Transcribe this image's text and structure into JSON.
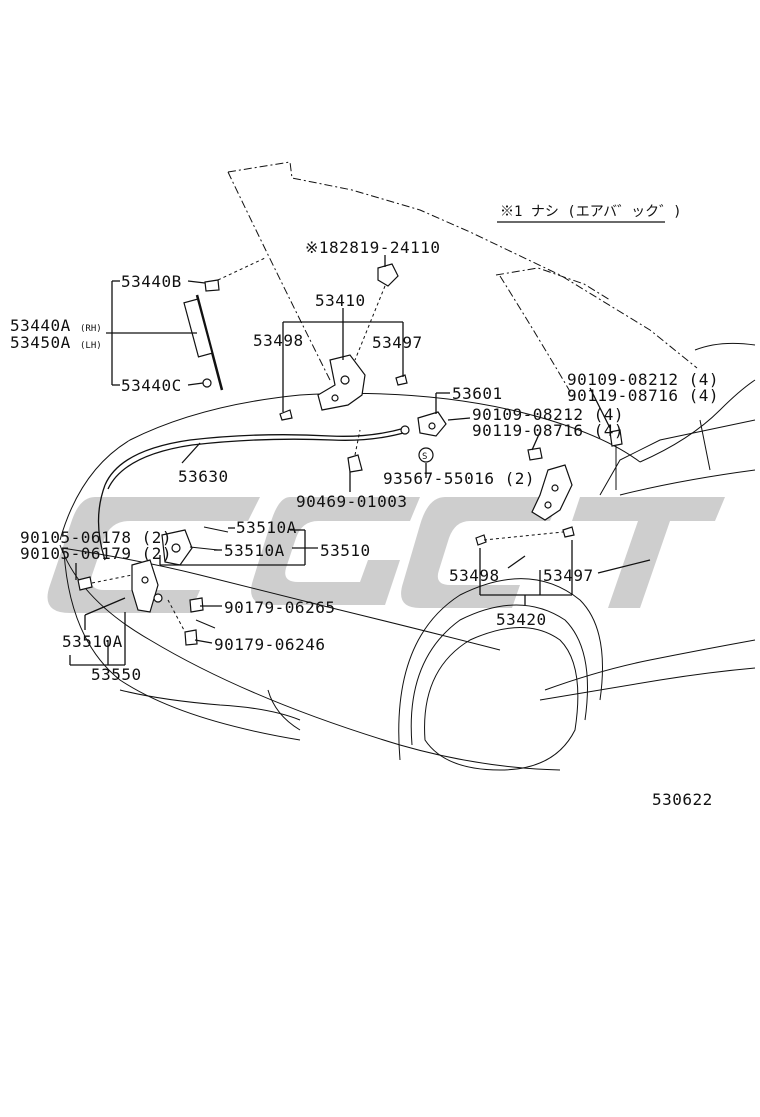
{
  "note": "※1 ナシ (エアバ゛ック゛)",
  "diagram_code": "530622",
  "labels": {
    "p182819": "※182819-24110",
    "p53440B": "53440B",
    "p53440A": "53440A",
    "p53440A_sub": "(RH)",
    "p53450A": "53450A",
    "p53450A_sub": "(LH)",
    "p53440C": "53440C",
    "p53410": "53410",
    "p53498a": "53498",
    "p53497a": "53497",
    "p53601": "53601",
    "p90109a": "90109-08212 (4)",
    "p90119a": "90119-08716 (4)",
    "p90109b": "90109-08212 (4)",
    "p90119b": "90119-08716 (4)",
    "p53630": "53630",
    "p93567": "93567-55016 (2)",
    "p90469": "90469-01003",
    "p53510A_a": "53510A",
    "p53510A_b": "53510A",
    "p53510": "53510",
    "p90105a": "90105-06178 (2)",
    "p90105b": "90105-06179 (2)",
    "p90179a": "90179-06265",
    "p90179b": "90179-06246",
    "p53510A_c": "53510A",
    "p53550": "53550",
    "p53498b": "53498",
    "p53497b": "53497",
    "p53420": "53420"
  }
}
